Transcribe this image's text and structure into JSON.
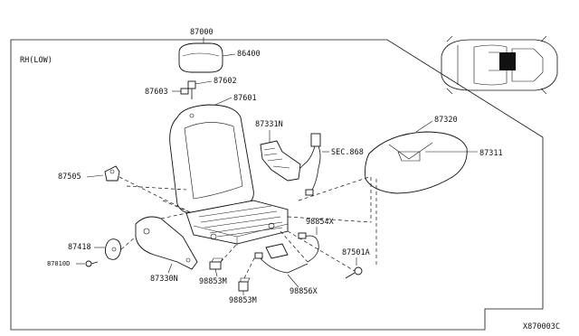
{
  "diagram": {
    "variant_label": "RH(LOW)",
    "figure_code": "X870003C",
    "section_ref": "SEC.868",
    "parts": {
      "seat_assy": "87000",
      "headrest": "86400",
      "headrest_holder_a": "87602",
      "headrest_holder_b": "87603",
      "back_trim": "87601",
      "back_frame": "87331N",
      "cushion_trim": "87320",
      "cushion_pad": "87311",
      "hinge_cover": "87505",
      "side_finisher": "87330N",
      "knob": "87418",
      "screw": "87010D",
      "harness_a": "98854X",
      "harness_b": "98856X",
      "connector_a": "98853M",
      "connector_b": "98853M",
      "bolt": "87501A"
    }
  }
}
